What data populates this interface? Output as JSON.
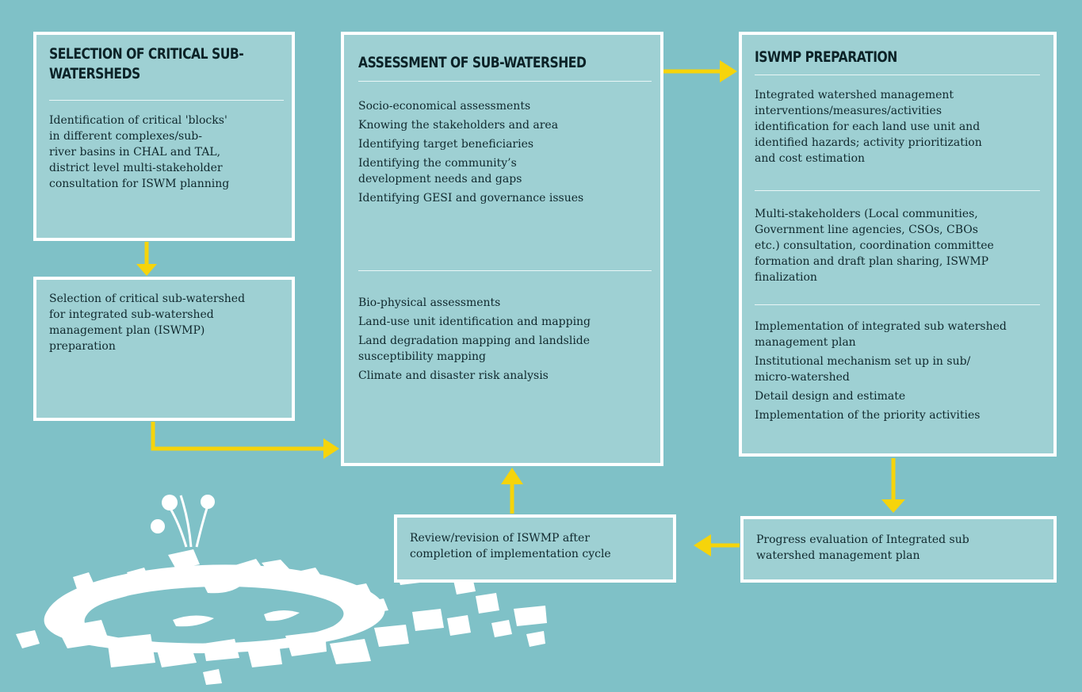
{
  "boxes": {
    "selection": {
      "title_line1": "SELECTION OF CRITICAL SUB-",
      "title_line2": "WATERSHEDS",
      "lines": [
        "Identification of critical 'blocks'",
        "in different complexes/sub-",
        "river basins in CHAL and TAL,",
        "district level multi-stakeholder",
        "consultation for ISWM planning"
      ]
    },
    "selection_critical": {
      "lines": [
        "Selection of critical sub-watershed",
        "for integrated sub-watershed",
        "management plan (ISWMP)",
        "preparation"
      ]
    },
    "assessment": {
      "title": "ASSESSMENT OF SUB-WATERSHED",
      "socio_items": [
        [
          "Socio-economical assessments"
        ],
        [
          "Knowing the stakeholders and area"
        ],
        [
          "Identifying target beneficiaries"
        ],
        [
          "Identifying the community’s",
          "development needs and gaps"
        ],
        [
          "Identifying GESI and governance issues"
        ]
      ],
      "bio_items": [
        [
          "Bio-physical assessments"
        ],
        [
          "Land-use unit identification and mapping"
        ],
        [
          "Land degradation mapping and landslide",
          "susceptibility mapping"
        ],
        [
          "Climate and disaster risk analysis"
        ]
      ]
    },
    "iswmp": {
      "title": "ISWMP PREPARATION",
      "section1": [
        "Integrated watershed management",
        "interventions/measures/activities",
        "identification for each land use unit and",
        "identified hazards; activity prioritization",
        "and cost estimation"
      ],
      "section2": [
        "Multi-stakeholders (Local communities,",
        "Government line agencies, CSOs, CBOs",
        "etc.) consultation, coordination committee",
        "formation and draft plan sharing, ISWMP",
        "finalization"
      ],
      "section3_items": [
        [
          "Implementation of integrated sub watershed",
          "management plan"
        ],
        [
          "Institutional mechanism set up in sub/",
          "micro-watershed"
        ],
        [
          "Detail design and estimate"
        ],
        [
          "Implementation of the priority activities"
        ]
      ]
    },
    "progress": {
      "lines": [
        "Progress evaluation of Integrated sub",
        "watershed management plan"
      ]
    },
    "review": {
      "lines": [
        "Review/revision of ISWMP after",
        "completion of implementation cycle"
      ]
    }
  },
  "colors": {
    "background": "#7fc1c7",
    "box_fill": "#9ed0d3",
    "box_border": "#ffffff",
    "arrow": "#f6d40b"
  }
}
